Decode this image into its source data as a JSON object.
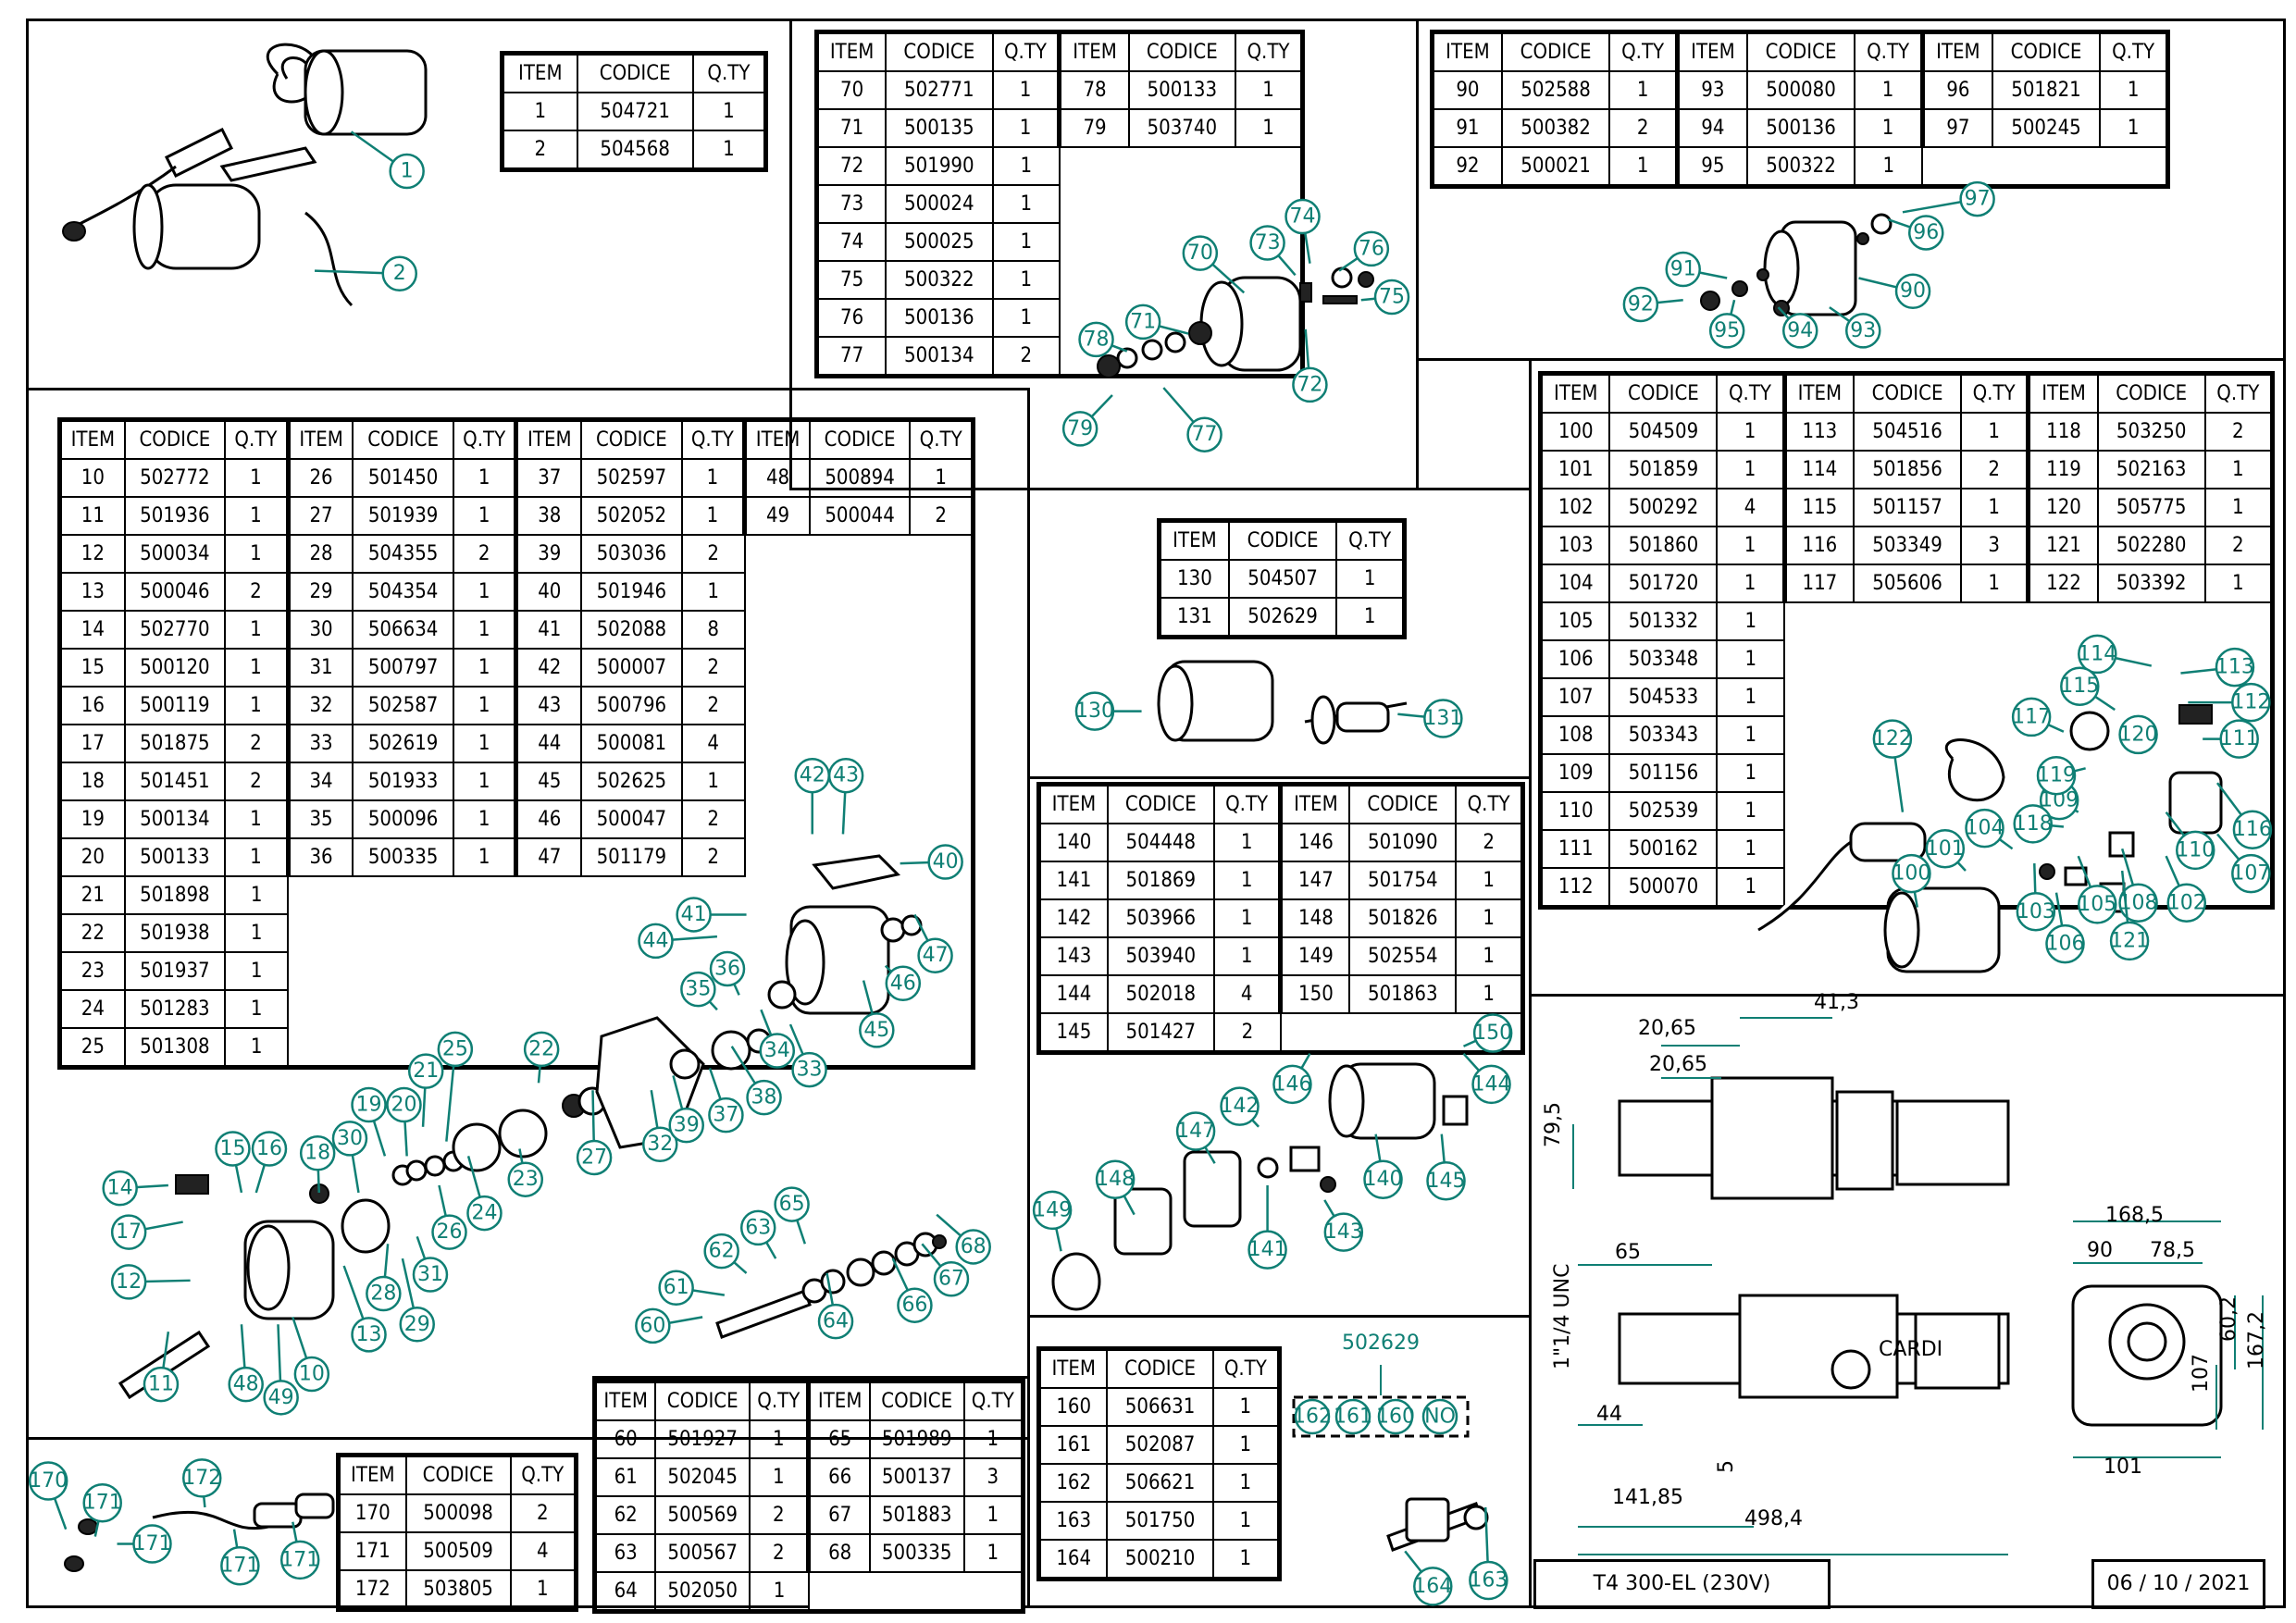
{
  "headers": {
    "item": "ITEM",
    "code": "CODICE",
    "qty": "Q.TY"
  },
  "tables": {
    "t1": [
      [
        "1",
        "504721",
        "1"
      ],
      [
        "2",
        "504568",
        "1"
      ]
    ],
    "t2a": [
      [
        "70",
        "502771",
        "1"
      ],
      [
        "71",
        "500135",
        "1"
      ],
      [
        "72",
        "501990",
        "1"
      ],
      [
        "73",
        "500024",
        "1"
      ],
      [
        "74",
        "500025",
        "1"
      ],
      [
        "75",
        "500322",
        "1"
      ],
      [
        "76",
        "500136",
        "1"
      ],
      [
        "77",
        "500134",
        "2"
      ]
    ],
    "t2b": [
      [
        "78",
        "500133",
        "1"
      ],
      [
        "79",
        "503740",
        "1"
      ]
    ],
    "t3a": [
      [
        "90",
        "502588",
        "1"
      ],
      [
        "91",
        "500382",
        "2"
      ],
      [
        "92",
        "500021",
        "1"
      ]
    ],
    "t3b": [
      [
        "93",
        "500080",
        "1"
      ],
      [
        "94",
        "500136",
        "1"
      ],
      [
        "95",
        "500322",
        "1"
      ]
    ],
    "t3c": [
      [
        "96",
        "501821",
        "1"
      ],
      [
        "97",
        "500245",
        "1"
      ]
    ],
    "t4a": [
      [
        "10",
        "502772",
        "1"
      ],
      [
        "11",
        "501936",
        "1"
      ],
      [
        "12",
        "500034",
        "1"
      ],
      [
        "13",
        "500046",
        "2"
      ],
      [
        "14",
        "502770",
        "1"
      ],
      [
        "15",
        "500120",
        "1"
      ],
      [
        "16",
        "500119",
        "1"
      ],
      [
        "17",
        "501875",
        "2"
      ],
      [
        "18",
        "501451",
        "2"
      ],
      [
        "19",
        "500134",
        "1"
      ],
      [
        "20",
        "500133",
        "1"
      ],
      [
        "21",
        "501898",
        "1"
      ],
      [
        "22",
        "501938",
        "1"
      ],
      [
        "23",
        "501937",
        "1"
      ],
      [
        "24",
        "501283",
        "1"
      ],
      [
        "25",
        "501308",
        "1"
      ]
    ],
    "t4b": [
      [
        "26",
        "501450",
        "1"
      ],
      [
        "27",
        "501939",
        "1"
      ],
      [
        "28",
        "504355",
        "2"
      ],
      [
        "29",
        "504354",
        "1"
      ],
      [
        "30",
        "506634",
        "1"
      ],
      [
        "31",
        "500797",
        "1"
      ],
      [
        "32",
        "502587",
        "1"
      ],
      [
        "33",
        "502619",
        "1"
      ],
      [
        "34",
        "501933",
        "1"
      ],
      [
        "35",
        "500096",
        "1"
      ],
      [
        "36",
        "500335",
        "1"
      ]
    ],
    "t4c": [
      [
        "37",
        "502597",
        "1"
      ],
      [
        "38",
        "502052",
        "1"
      ],
      [
        "39",
        "503036",
        "2"
      ],
      [
        "40",
        "501946",
        "1"
      ],
      [
        "41",
        "502088",
        "8"
      ],
      [
        "42",
        "500007",
        "2"
      ],
      [
        "43",
        "500796",
        "2"
      ],
      [
        "44",
        "500081",
        "4"
      ],
      [
        "45",
        "502625",
        "1"
      ],
      [
        "46",
        "500047",
        "2"
      ],
      [
        "47",
        "501179",
        "2"
      ]
    ],
    "t4d": [
      [
        "48",
        "500894",
        "1"
      ],
      [
        "49",
        "500044",
        "2"
      ]
    ],
    "t5": [
      [
        "100",
        "504509",
        "1"
      ],
      [
        "101",
        "501859",
        "1"
      ],
      [
        "102",
        "500292",
        "4"
      ],
      [
        "103",
        "501860",
        "1"
      ],
      [
        "104",
        "501720",
        "1"
      ],
      [
        "105",
        "501332",
        "1"
      ],
      [
        "106",
        "503348",
        "1"
      ],
      [
        "107",
        "504533",
        "1"
      ],
      [
        "108",
        "503343",
        "1"
      ],
      [
        "109",
        "501156",
        "1"
      ],
      [
        "110",
        "502539",
        "1"
      ],
      [
        "111",
        "500162",
        "1"
      ],
      [
        "112",
        "500070",
        "1"
      ]
    ],
    "t5b": [
      [
        "113",
        "504516",
        "1"
      ],
      [
        "114",
        "501856",
        "2"
      ],
      [
        "115",
        "501157",
        "1"
      ],
      [
        "116",
        "503349",
        "3"
      ],
      [
        "117",
        "505606",
        "1"
      ]
    ],
    "t5c": [
      [
        "118",
        "503250",
        "2"
      ],
      [
        "119",
        "502163",
        "1"
      ],
      [
        "120",
        "505775",
        "1"
      ],
      [
        "121",
        "502280",
        "2"
      ],
      [
        "122",
        "503392",
        "1"
      ]
    ],
    "t6": [
      [
        "130",
        "504507",
        "1"
      ],
      [
        "131",
        "502629",
        "1"
      ]
    ],
    "t7a": [
      [
        "140",
        "504448",
        "1"
      ],
      [
        "141",
        "501869",
        "1"
      ],
      [
        "142",
        "503966",
        "1"
      ],
      [
        "143",
        "503940",
        "1"
      ],
      [
        "144",
        "502018",
        "4"
      ],
      [
        "145",
        "501427",
        "2"
      ]
    ],
    "t7b": [
      [
        "146",
        "501090",
        "2"
      ],
      [
        "147",
        "501754",
        "1"
      ],
      [
        "148",
        "501826",
        "1"
      ],
      [
        "149",
        "502554",
        "1"
      ],
      [
        "150",
        "501863",
        "1"
      ]
    ],
    "t8a": [
      [
        "60",
        "501927",
        "1"
      ],
      [
        "61",
        "502045",
        "1"
      ],
      [
        "62",
        "500569",
        "2"
      ],
      [
        "63",
        "500567",
        "2"
      ],
      [
        "64",
        "502050",
        "1"
      ]
    ],
    "t8b": [
      [
        "65",
        "501989",
        "1"
      ],
      [
        "66",
        "500137",
        "3"
      ],
      [
        "67",
        "501883",
        "1"
      ],
      [
        "68",
        "500335",
        "1"
      ]
    ],
    "t9": [
      [
        "170",
        "500098",
        "2"
      ],
      [
        "171",
        "500509",
        "4"
      ],
      [
        "172",
        "503805",
        "1"
      ]
    ],
    "t10": [
      [
        "160",
        "506631",
        "1"
      ],
      [
        "161",
        "502087",
        "1"
      ],
      [
        "162",
        "506621",
        "1"
      ],
      [
        "163",
        "501750",
        "1"
      ],
      [
        "164",
        "500210",
        "1"
      ]
    ]
  },
  "kit": {
    "code": "502629",
    "members": [
      "162",
      "161",
      "160",
      "NO"
    ]
  },
  "dims": {
    "d1": "20,65",
    "d2": "41,3",
    "d3": "20,65",
    "d4": "79,5",
    "d5": "65",
    "d6": "1\"1/4 UNC",
    "d7": "44",
    "d8": "5",
    "d9": "141,85",
    "d10": "498,4",
    "d11": "168,5",
    "d12": "90",
    "d13": "78,5",
    "d14": "60,2",
    "d15": "167,2",
    "d16": "107",
    "d17": "101"
  },
  "brand": "CARDI",
  "footer": {
    "model": "T4 300-EL (230V)",
    "date": "06 / 10 / 2021"
  },
  "colors": {
    "callout": "#0f7f74",
    "line": "#000000"
  }
}
